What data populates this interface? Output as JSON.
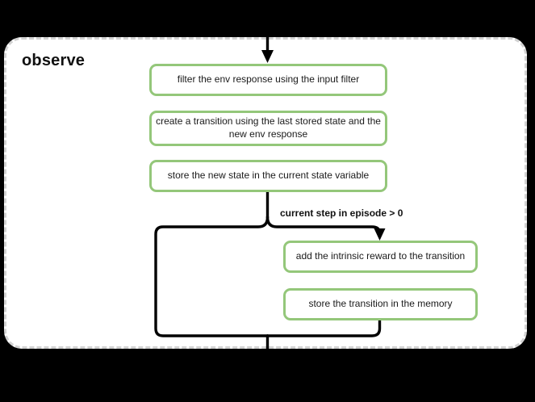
{
  "diagram": {
    "title": "observe",
    "boxes": [
      {
        "id": "filter-env-response",
        "label": "filter the env response using the input filter"
      },
      {
        "id": "create-transition",
        "label": "create a transition using the last stored state and the new env response"
      },
      {
        "id": "store-new-state",
        "label": "store the new state in the current state variable"
      },
      {
        "id": "add-intrinsic-reward",
        "label": "add the intrinsic reward to the transition"
      },
      {
        "id": "store-transition",
        "label": "store the transition in the memory"
      }
    ],
    "condition_label": "current step in episode > 0",
    "flow": {
      "entry": "arrow from top into filter-env-response",
      "branch": "after store-new-state: right branch (condition true) through add-intrinsic-reward and store-transition, left branch bypasses; both merge and exit bottom"
    },
    "colors": {
      "page_bg": "#000000",
      "panel_bg": "#ffffff",
      "panel_border": "#d2d2d2",
      "box_border": "#94c77a",
      "line": "#000000",
      "text": "#1a1a1a"
    }
  }
}
